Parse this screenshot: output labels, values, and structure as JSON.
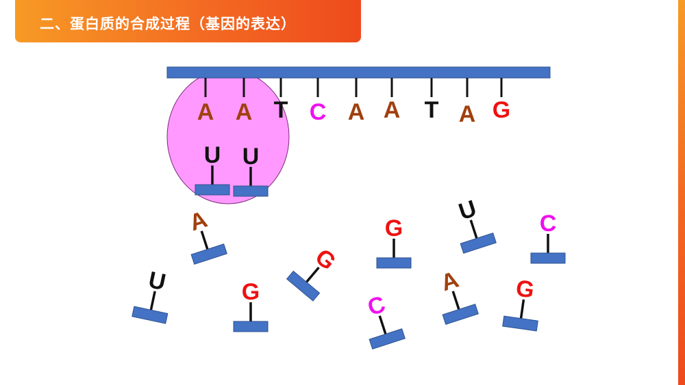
{
  "title": "二、蛋白质的合成过程（基因的表达）",
  "colors": {
    "A": "#a0400e",
    "T": "#111111",
    "C": "#ee11ee",
    "G": "#ee1111",
    "U": "#111111",
    "strand": "#4472c4",
    "ribosome": "#ff99ff"
  },
  "template_strand": [
    "A",
    "A",
    "T",
    "C",
    "A",
    "A",
    "T",
    "A",
    "G"
  ],
  "paired_nucleotides": [
    "U",
    "U"
  ],
  "free_nucleotides": [
    "A",
    "G",
    "U",
    "C",
    "G",
    "U",
    "G",
    "C",
    "A",
    "G"
  ]
}
